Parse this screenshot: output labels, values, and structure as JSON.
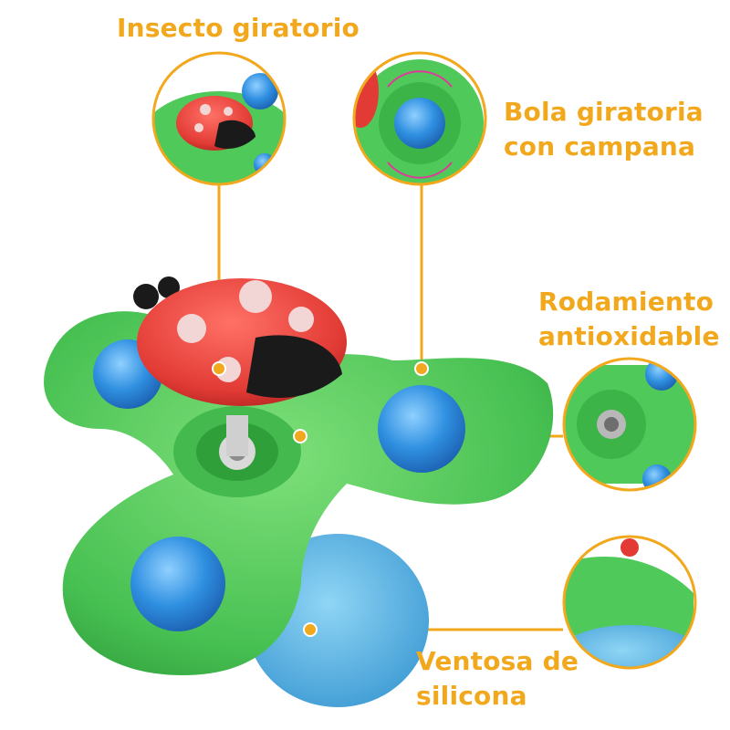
{
  "labels": {
    "insect": "Insecto giratorio",
    "ball_line1": "Bola giratoria",
    "ball_line2": "con campana",
    "bearing_line1": "Rodamiento",
    "bearing_line2": "antioxidable",
    "suction_line1": "Ventosa de",
    "suction_line2": "silicona"
  },
  "colors": {
    "accent": "#f2a81d",
    "spinner_green": "#4fc95a",
    "spinner_dark": "#2f9f3a",
    "ball_blue": "#2f8fe0",
    "suction_blue": "#5ab4e6",
    "ladybug_red": "#e23b35",
    "ladybug_black": "#1a1a1a",
    "background": "#ffffff"
  }
}
